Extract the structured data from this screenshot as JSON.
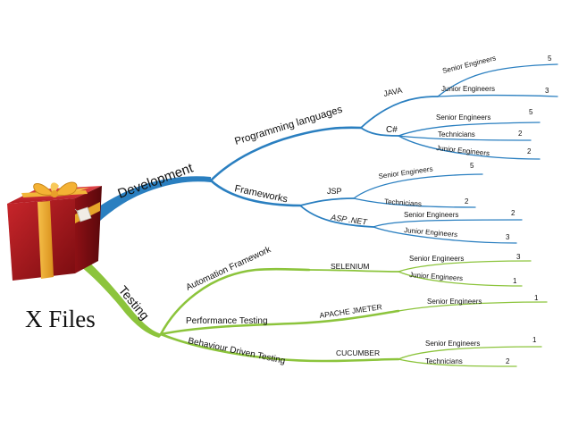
{
  "title": "X Files",
  "icon": "gift-box-icon",
  "colors": {
    "development": "#2a7fc0",
    "testing": "#8cc43c",
    "box_red": "#a8141b",
    "ribbon": "#f3b233"
  },
  "development": {
    "label": "Development",
    "programming": {
      "label": "Programming languages",
      "java": {
        "label": "JAVA",
        "senior": "Senior Engineers",
        "senior_n": "5",
        "junior": "Junior Engineers",
        "junior_n": "3"
      },
      "csharp": {
        "label": "C#",
        "senior": "Senior Engineers",
        "senior_n": "5",
        "tech": "Technicians",
        "tech_n": "2",
        "junior": "Junior Engineers",
        "junior_n": "2"
      }
    },
    "frameworks": {
      "label": "Frameworks",
      "jsp": {
        "label": "JSP",
        "senior": "Senior Engineers",
        "senior_n": "5",
        "tech": "Technicians",
        "tech_n": "2"
      },
      "aspnet": {
        "label": "ASP .NET",
        "senior": "Senior Engineers",
        "senior_n": "2",
        "junior": "Junior Engineers",
        "junior_n": "3"
      }
    }
  },
  "testing": {
    "label": "Testing",
    "automation": {
      "label": "Automation Framework",
      "tool": "SELENIUM",
      "senior": "Senior Engineers",
      "senior_n": "3",
      "junior": "Junior Engineers",
      "junior_n": "1"
    },
    "performance": {
      "label": "Performance Testing",
      "tool": "APACHE JMETER",
      "senior": "Senior Engineers",
      "senior_n": "1"
    },
    "bdd": {
      "label": "Behaviour Driven Testing",
      "tool": "CUCUMBER",
      "senior": "Senior Engineers",
      "senior_n": "1",
      "tech": "Technicians",
      "tech_n": "2"
    }
  }
}
